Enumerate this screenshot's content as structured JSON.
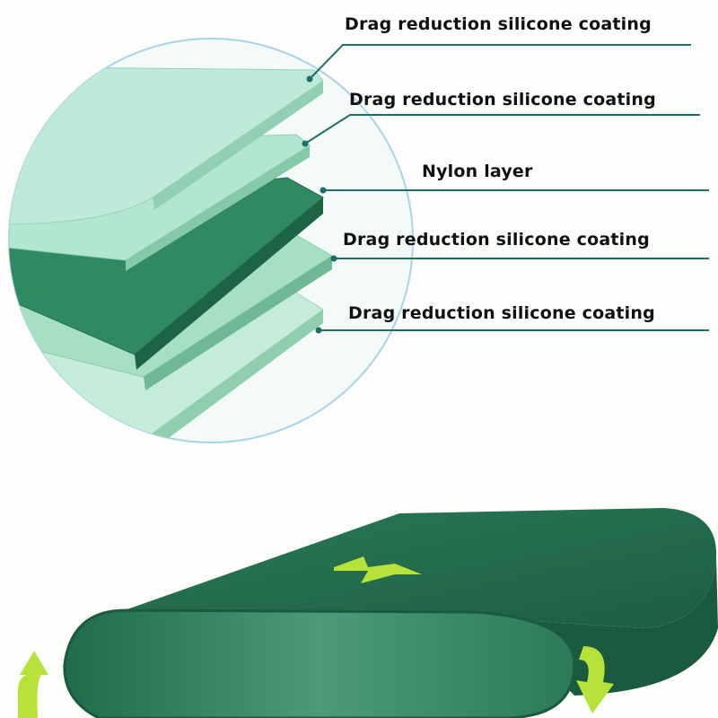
{
  "labels": [
    {
      "text": "Drag reduction silicone coating"
    },
    {
      "text": "Drag reduction silicone coating"
    },
    {
      "text": "Nylon layer"
    },
    {
      "text": "Drag reduction silicone coating"
    },
    {
      "text": "Drag reduction silicone coating"
    }
  ],
  "colors": {
    "leader": "#1e6f66",
    "belt_dark": "#1f6b4a",
    "belt_mid": "#3a8a68",
    "coating": "#a8e0c8",
    "nylon": "#2f8a62",
    "arrow": "#b6e23a",
    "circle": "#a9d4e6"
  }
}
